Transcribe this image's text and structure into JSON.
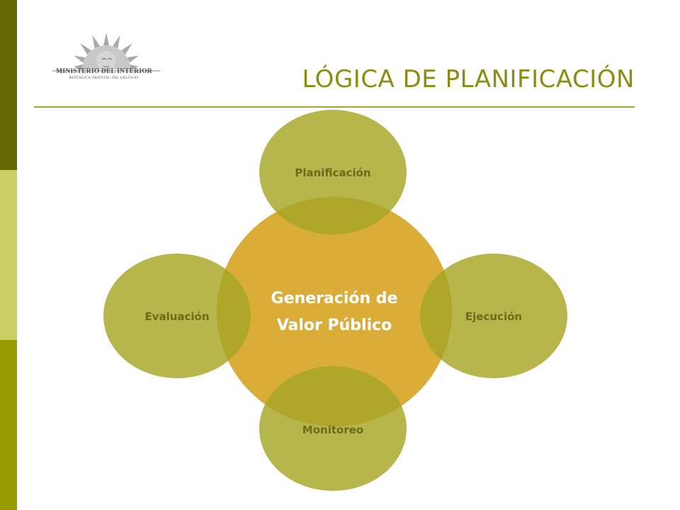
{
  "slide": {
    "title": "LÓGICA DE PLANIFICACIÓN",
    "logo": {
      "name": "MINISTERIO DEL INTERIOR",
      "subtitle": "REPÚBLICA ORIENTAL DEL URUGUAY"
    }
  },
  "diagram": {
    "center": {
      "line1": "Generación de",
      "line2": "Valor Público",
      "color": "#d9ad38"
    },
    "nodes": {
      "top": "Planificación",
      "right": "Ejecución",
      "bottom": "Monitoreo",
      "left": "Evaluación"
    },
    "node_color": "#a6a626"
  },
  "colors": {
    "bar_dark": "#666600",
    "bar_light": "#cccc66",
    "bar_mid": "#999900",
    "title": "#8c8c14"
  }
}
